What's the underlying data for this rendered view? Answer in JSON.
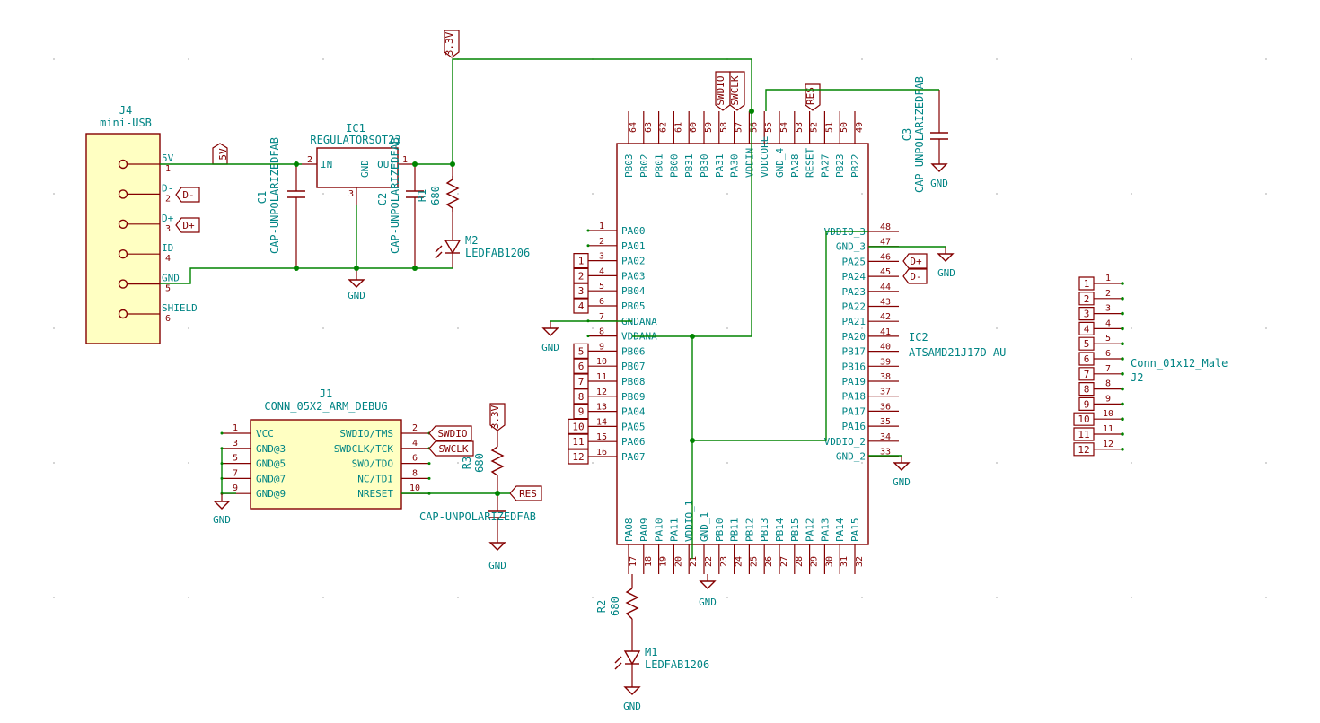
{
  "symbols": {
    "J4": {
      "ref": "J4",
      "value": "mini-USB",
      "pins": [
        {
          "name": "5V",
          "num": "1"
        },
        {
          "name": "D-",
          "num": "2"
        },
        {
          "name": "D+",
          "num": "3"
        },
        {
          "name": "ID",
          "num": "4"
        },
        {
          "name": "GND",
          "num": "5"
        },
        {
          "name": "SHIELD",
          "num": "6"
        }
      ]
    },
    "IC1": {
      "ref": "IC1",
      "value": "REGULATORSOT23",
      "pin_in": "IN",
      "pin_in_num": "2",
      "pin_out": "OUT",
      "pin_out_num": "1",
      "pin_gnd": "GND",
      "pin_gnd_num": "3"
    },
    "C1": {
      "ref": "C1",
      "value": "CAP-UNPOLARIZEDFAB"
    },
    "C2": {
      "ref": "C2",
      "value": "CAP-UNPOLARIZEDFAB"
    },
    "C3": {
      "ref": "C3",
      "value": "CAP-UNPOLARIZEDFAB"
    },
    "C4": {
      "value": "CAP-UNPOLARIZEDFAB"
    },
    "R1": {
      "ref": "R1",
      "value": "680"
    },
    "R2": {
      "ref": "R2",
      "value": "680"
    },
    "R3": {
      "ref": "R3",
      "value": "680"
    },
    "M1": {
      "ref": "M1",
      "value": "LEDFAB1206"
    },
    "M2": {
      "ref": "M2",
      "value": "LEDFAB1206"
    },
    "J1": {
      "ref": "J1",
      "value": "CONN_05X2_ARM_DEBUG",
      "left_pins": [
        {
          "name": "VCC",
          "num": "1"
        },
        {
          "name": "GND@3",
          "num": "3"
        },
        {
          "name": "GND@5",
          "num": "5"
        },
        {
          "name": "GND@7",
          "num": "7"
        },
        {
          "name": "GND@9",
          "num": "9"
        }
      ],
      "right_pins": [
        {
          "name": "SWDIO/TMS",
          "num": "2"
        },
        {
          "name": "SWDCLK/TCK",
          "num": "4"
        },
        {
          "name": "SWO/TDO",
          "num": "6"
        },
        {
          "name": "NC/TDI",
          "num": "8"
        },
        {
          "name": "NRESET",
          "num": "10"
        }
      ]
    },
    "IC2": {
      "ref": "IC2",
      "value": "ATSAMD21J17D-AU",
      "left_pins": [
        {
          "name": "PA00",
          "num": "1"
        },
        {
          "name": "PA01",
          "num": "2"
        },
        {
          "name": "PA02",
          "num": "3",
          "label": "1"
        },
        {
          "name": "PA03",
          "num": "4",
          "label": "2"
        },
        {
          "name": "PB04",
          "num": "5",
          "label": "3"
        },
        {
          "name": "PB05",
          "num": "6",
          "label": "4"
        },
        {
          "name": "GNDANA",
          "num": "7"
        },
        {
          "name": "VDDANA",
          "num": "8"
        },
        {
          "name": "PB06",
          "num": "9",
          "label": "5"
        },
        {
          "name": "PB07",
          "num": "10",
          "label": "6"
        },
        {
          "name": "PB08",
          "num": "11",
          "label": "7"
        },
        {
          "name": "PB09",
          "num": "12",
          "label": "8"
        },
        {
          "name": "PA04",
          "num": "13",
          "label": "9"
        },
        {
          "name": "PA05",
          "num": "14",
          "label": "10"
        },
        {
          "name": "PA06",
          "num": "15",
          "label": "11"
        },
        {
          "name": "PA07",
          "num": "16",
          "label": "12"
        }
      ],
      "bottom_pins": [
        {
          "name": "PA08",
          "num": "17"
        },
        {
          "name": "PA09",
          "num": "18"
        },
        {
          "name": "PA10",
          "num": "19"
        },
        {
          "name": "PA11",
          "num": "20"
        },
        {
          "name": "VDDIO_1",
          "num": "21"
        },
        {
          "name": "GND_1",
          "num": "22"
        },
        {
          "name": "PB10",
          "num": "23"
        },
        {
          "name": "PB11",
          "num": "24"
        },
        {
          "name": "PB12",
          "num": "25"
        },
        {
          "name": "PB13",
          "num": "26"
        },
        {
          "name": "PB14",
          "num": "27"
        },
        {
          "name": "PB15",
          "num": "28"
        },
        {
          "name": "PA12",
          "num": "29"
        },
        {
          "name": "PA13",
          "num": "30"
        },
        {
          "name": "PA14",
          "num": "31"
        },
        {
          "name": "PA15",
          "num": "32"
        }
      ],
      "right_pins": [
        {
          "name": "VDDIO_3",
          "num": "48"
        },
        {
          "name": "GND_3",
          "num": "47"
        },
        {
          "name": "PA25",
          "num": "46",
          "label": "D+"
        },
        {
          "name": "PA24",
          "num": "45",
          "label": "D-"
        },
        {
          "name": "PA23",
          "num": "44"
        },
        {
          "name": "PA22",
          "num": "43"
        },
        {
          "name": "PA21",
          "num": "42"
        },
        {
          "name": "PA20",
          "num": "41"
        },
        {
          "name": "PB17",
          "num": "40"
        },
        {
          "name": "PB16",
          "num": "39"
        },
        {
          "name": "PA19",
          "num": "38"
        },
        {
          "name": "PA18",
          "num": "37"
        },
        {
          "name": "PA17",
          "num": "36"
        },
        {
          "name": "PA16",
          "num": "35"
        },
        {
          "name": "VDDIO_2",
          "num": "34"
        },
        {
          "name": "GND_2",
          "num": "33"
        }
      ],
      "top_pins": [
        {
          "name": "PB03",
          "num": "64"
        },
        {
          "name": "PB02",
          "num": "63"
        },
        {
          "name": "PB01",
          "num": "62"
        },
        {
          "name": "PB00",
          "num": "61"
        },
        {
          "name": "PB31",
          "num": "60"
        },
        {
          "name": "PB30",
          "num": "59"
        },
        {
          "name": "PA31",
          "num": "58",
          "label": "SWDIO"
        },
        {
          "name": "PA30",
          "num": "57",
          "label": "SWCLK"
        },
        {
          "name": "VDDIN",
          "num": "56"
        },
        {
          "name": "VDDCORE",
          "num": "55"
        },
        {
          "name": "GND_4",
          "num": "54"
        },
        {
          "name": "PA28",
          "num": "53"
        },
        {
          "name": "RESET",
          "num": "52",
          "label": "RES"
        },
        {
          "name": "PA27",
          "num": "51"
        },
        {
          "name": "PB23",
          "num": "50"
        },
        {
          "name": "PB22",
          "num": "49"
        }
      ]
    },
    "J2": {
      "ref": "J2",
      "value": "Conn_01x12_Male",
      "pins": [
        "1",
        "2",
        "3",
        "4",
        "5",
        "6",
        "7",
        "8",
        "9",
        "10",
        "11",
        "12"
      ]
    }
  },
  "labels": {
    "usb_5v": "5V",
    "usb_dm": "D-",
    "usb_dp": "D+",
    "supply_3v3": "3.3V",
    "swdio": "SWDIO",
    "swclk": "SWCLK",
    "res": "RES",
    "ic2_dp": "D+",
    "ic2_dm": "D-",
    "gnd": "GND"
  },
  "colors": {
    "symbol": "#840000",
    "fill": "#ffffc2",
    "wire": "#008400",
    "text": "#008484"
  }
}
